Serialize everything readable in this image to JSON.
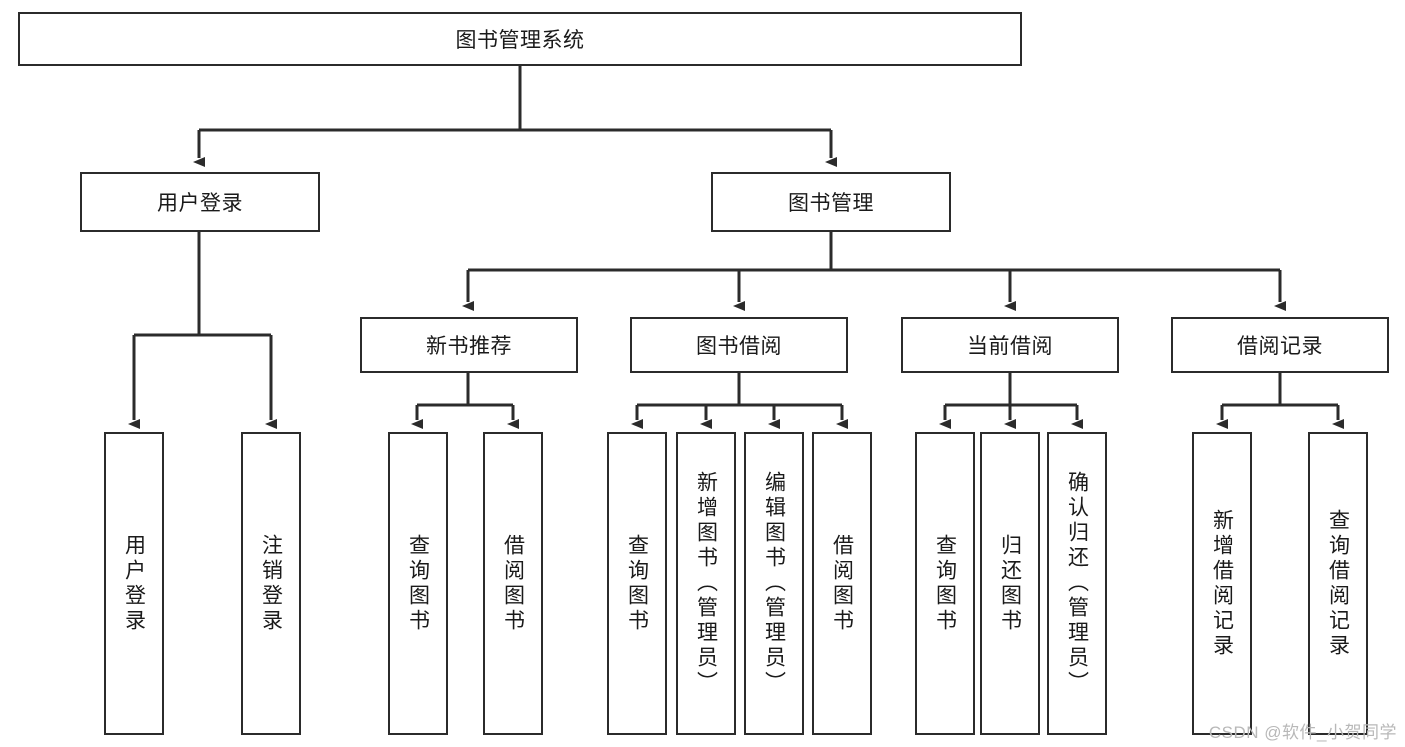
{
  "diagram": {
    "title": "图书管理系统",
    "type": "hierarchy-tree",
    "levels": 4,
    "root": {
      "id": "root",
      "label": "图书管理系统"
    },
    "level2": [
      {
        "id": "user-login",
        "label": "用户登录"
      },
      {
        "id": "book-manage",
        "label": "图书管理"
      }
    ],
    "level3": [
      {
        "id": "new-book-rec",
        "label": "新书推荐",
        "parent": "book-manage"
      },
      {
        "id": "book-borrow",
        "label": "图书借阅",
        "parent": "book-manage"
      },
      {
        "id": "current-borrow",
        "label": "当前借阅",
        "parent": "book-manage"
      },
      {
        "id": "borrow-record",
        "label": "借阅记录",
        "parent": "book-manage"
      }
    ],
    "leaves": {
      "user-login": [
        {
          "id": "leaf-user-login",
          "label": "用户登录"
        },
        {
          "id": "leaf-logout",
          "label": "注销登录"
        }
      ],
      "new-book-rec": [
        {
          "id": "leaf-query-book-1",
          "label": "查询图书"
        },
        {
          "id": "leaf-borrow-book-1",
          "label": "借阅图书"
        }
      ],
      "book-borrow": [
        {
          "id": "leaf-query-book-2",
          "label": "查询图书"
        },
        {
          "id": "leaf-add-book",
          "label": "新增图书（管理员）"
        },
        {
          "id": "leaf-edit-book",
          "label": "编辑图书（管理员）"
        },
        {
          "id": "leaf-borrow-book-2",
          "label": "借阅图书"
        }
      ],
      "current-borrow": [
        {
          "id": "leaf-query-book-3",
          "label": "查询图书"
        },
        {
          "id": "leaf-return-book",
          "label": "归还图书"
        },
        {
          "id": "leaf-confirm-return",
          "label": "确认归还（管理员）"
        }
      ],
      "borrow-record": [
        {
          "id": "leaf-add-record",
          "label": "新增借阅记录"
        },
        {
          "id": "leaf-query-record",
          "label": "查询借阅记录"
        }
      ]
    }
  },
  "watermark": {
    "text": "CSDN @软件_小贺同学"
  },
  "colors": {
    "stroke": "#2b2b2b",
    "fill": "#ffffff",
    "text": "#1a1a1a",
    "watermark": "#b8b8b8"
  }
}
